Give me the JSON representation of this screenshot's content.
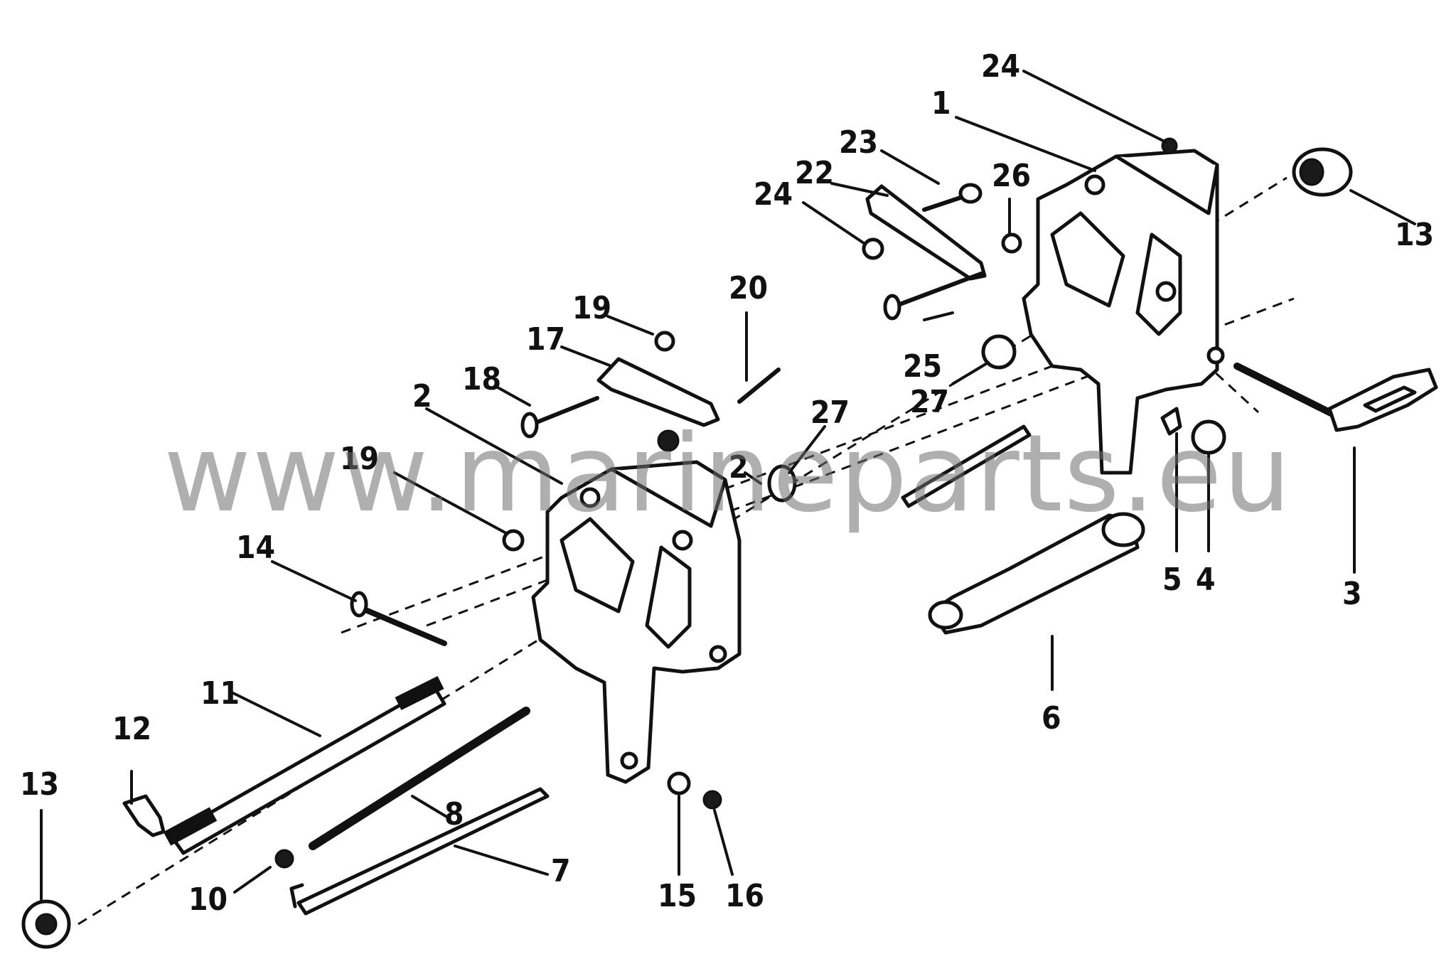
{
  "diagram": {
    "watermark": "www.marineparts.eu",
    "callouts": {
      "c1": "1",
      "c2a": "2",
      "c2b": "2",
      "c3": "3",
      "c4": "4",
      "c5": "5",
      "c6": "6",
      "c7": "7",
      "c8": "8",
      "c10": "10",
      "c11": "11",
      "c12": "12",
      "c13a": "13",
      "c13b": "13",
      "c14": "14",
      "c15": "15",
      "c16": "16",
      "c17": "17",
      "c18": "18",
      "c19a": "19",
      "c19b": "19",
      "c20": "20",
      "c22": "22",
      "c23": "23",
      "c24a": "24",
      "c24b": "24",
      "c25": "25",
      "c26": "26",
      "c27a": "27",
      "c27b": "27"
    }
  }
}
